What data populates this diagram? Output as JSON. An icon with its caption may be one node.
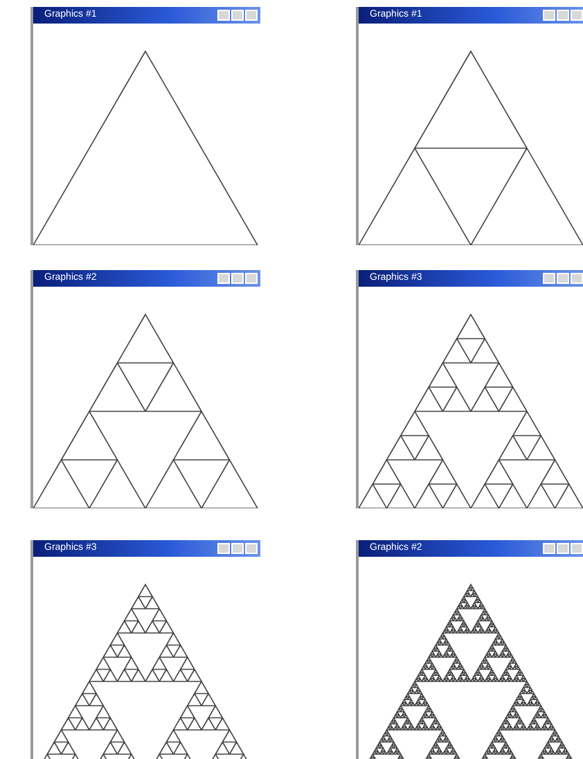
{
  "diagram": {
    "nodes": [
      {
        "text": [
          "Graphics #1"
        ]
      },
      {
        "text": [
          "Graphics #1"
        ]
      },
      {
        "text": [
          "Graphics #2"
        ]
      },
      {
        "text": [
          "Graphics #3"
        ]
      },
      {
        "text": [
          "Graphics #3"
        ]
      },
      {
        "text": [
          "Graphics #2"
        ]
      }
    ]
  }
}
